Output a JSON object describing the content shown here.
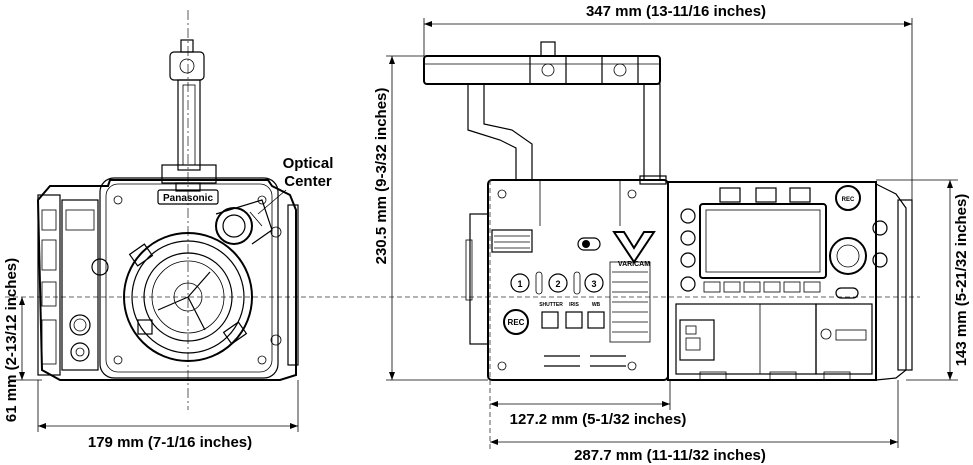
{
  "dimensions": {
    "overall_length": "347 mm (13-11/16 inches)",
    "overall_height": "230.5 mm (9-3/32 inches)",
    "body_height": "143 mm (5-21/32 inches)",
    "optical_center_height": "61 mm (2-13/12 inches)",
    "front_width": "179 mm (7-1/16 inches)",
    "mount_to_center": "127.2 mm (5-1/32 inches)",
    "body_length": "287.7 mm (11-11/32 inches)"
  },
  "labels": {
    "optical_center_line1": "Optical",
    "optical_center_line2": "Center",
    "brand": "Panasonic",
    "rec_button": "REC",
    "side_rec_button": "REC",
    "dial_1": "1",
    "dial_2": "2",
    "dial_3": "3",
    "shutter": "SHUTTER",
    "iris": "IRIS",
    "wb": "WB",
    "logo_mark": "V",
    "logo_text": "VARICAM"
  }
}
